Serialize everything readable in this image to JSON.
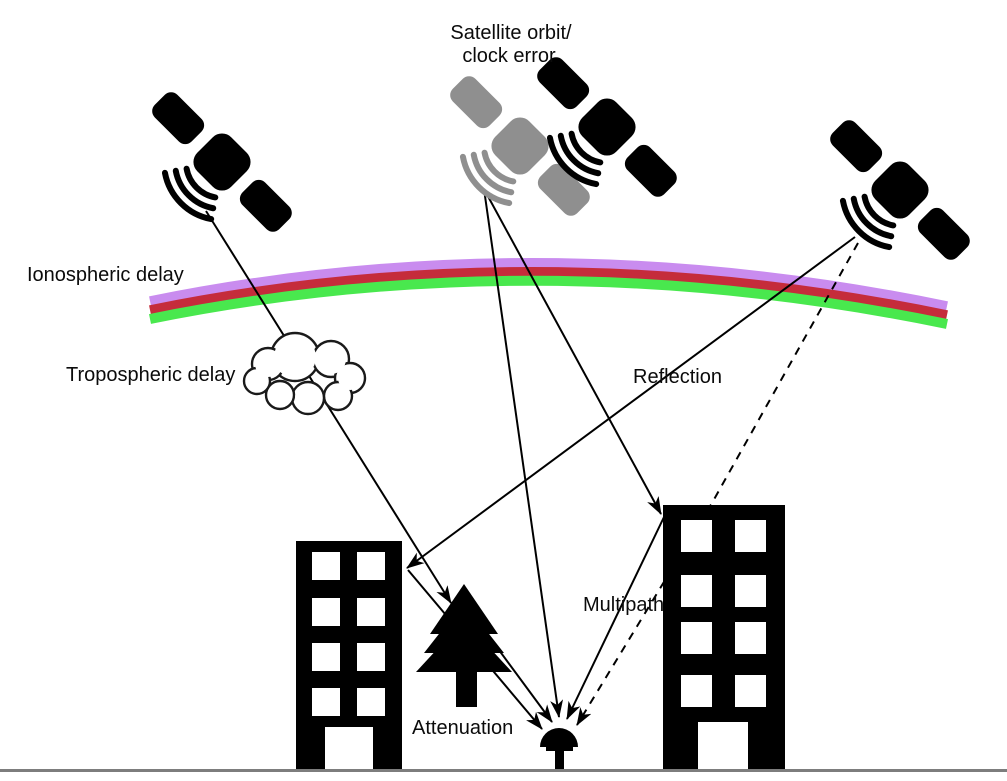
{
  "title": {
    "line1": "Satellite orbit/",
    "line2": "clock error"
  },
  "labels": {
    "ionospheric_delay": "Ionospheric delay",
    "tropospheric_delay": "Tropospheric delay",
    "reflection": "Reflection",
    "multipath": "Multipath",
    "attenuation": "Attenuation"
  },
  "colors": {
    "satellite_black": "#000000",
    "satellite_gray": "#8f8f8f",
    "ionosphere_violet": "#c98cef",
    "ionosphere_red": "#c52c3b",
    "ionosphere_green": "#49e84e",
    "ground": "#7d7d7d",
    "line": "#000000"
  },
  "diagram": {
    "satellites": [
      {
        "id": "satellite-left",
        "color": "black"
      },
      {
        "id": "satellite-error-ghost",
        "color": "gray"
      },
      {
        "id": "satellite-center",
        "color": "black"
      },
      {
        "id": "satellite-right",
        "color": "black"
      }
    ],
    "error_sources": [
      "Satellite orbit/clock error",
      "Ionospheric delay",
      "Tropospheric delay",
      "Reflection",
      "Multipath",
      "Attenuation"
    ]
  }
}
